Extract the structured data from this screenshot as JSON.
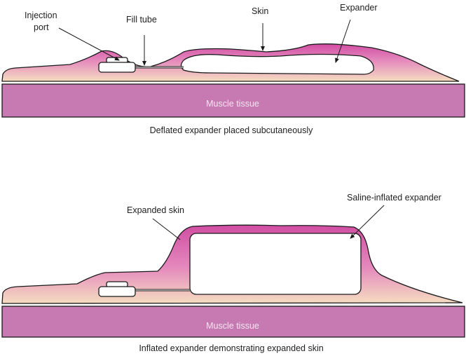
{
  "top_panel": {
    "labels": {
      "injection_port_line1": "Injection",
      "injection_port_line2": "port",
      "fill_tube": "Fill tube",
      "skin": "Skin",
      "expander": "Expander",
      "muscle": "Muscle tissue"
    },
    "caption": "Deflated expander placed subcutaneously"
  },
  "bottom_panel": {
    "labels": {
      "expanded_skin": "Expanded skin",
      "saline_expander": "Saline-inflated expander",
      "muscle": "Muscle tissue"
    },
    "caption": "Inflated expander demonstrating expanded skin"
  },
  "colors": {
    "skin_pink": "#d45aa8",
    "tissue_beige": "#f5ddc0",
    "muscle": "#c77ab2",
    "outline": "#1a1a1a"
  }
}
